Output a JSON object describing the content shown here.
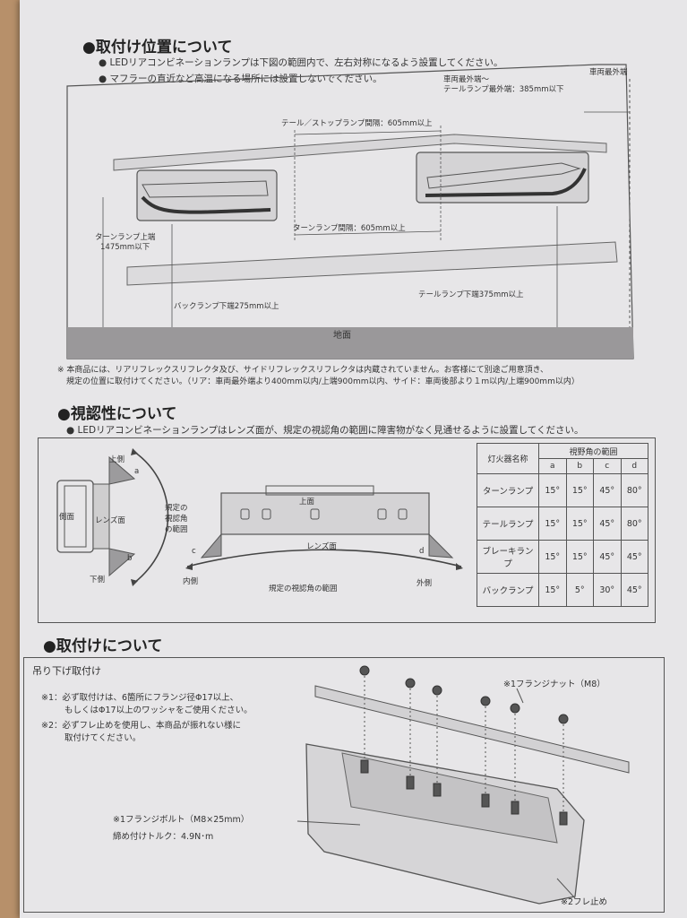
{
  "section1": {
    "heading": "●取付け位置について",
    "bullet1": "● LEDリアコンビネーションランプは下図の範囲内で、左右対称になるよう設置してください。",
    "bullet2": "● マフラーの直近など高温になる場所には設置しないでください。",
    "label_vehicle_edge": "車両最外端",
    "label_outer_1": "車両最外端～",
    "label_outer_2": "テールランプ最外端：385mm以下",
    "label_tail_stop_gap": "テール／ストップランプ間隔：605mm以上",
    "label_turn_gap": "ターンランプ間隔：605mm以上",
    "label_turn_top_1": "ターンランプ上端",
    "label_turn_top_2": "1475mm以下",
    "label_back_bottom": "バックランプ下端275mm以上",
    "label_tail_bottom": "テールランプ下端375mm以上",
    "label_ground": "地面",
    "note1": "※ 本商品には、リアリフレックスリフレクタ及び、サイドリフレックスリフレクタは内蔵されていません。お客様にて別途ご用意頂き、",
    "note2": "規定の位置に取付けてください。（リア：車両最外端より400mm以内/上端900mm以内、サイド：車両後部より１m以内/上端900mm以内）"
  },
  "section2": {
    "heading": "●視認性について",
    "bullet": "● LEDリアコンビネーションランプはレンズ面が、規定の視認角の範囲に障害物がなく見通せるように設置してください。",
    "side_diagram": {
      "upper": "上側",
      "a": "a",
      "side_face": "側面",
      "lens_face": "レンズ面",
      "b": "b",
      "lower": "下側",
      "range_1": "規定の",
      "range_2": "視認角",
      "range_3": "の範囲"
    },
    "top_diagram": {
      "top_face": "上面",
      "lens_face": "レンズ面",
      "c": "c",
      "d": "d",
      "inner": "内側",
      "outer": "外側",
      "range": "規定の視認角の範囲"
    },
    "table": {
      "header_name": "灯火器名称",
      "header_range": "視野角の範囲",
      "cols": [
        "a",
        "b",
        "c",
        "d"
      ],
      "rows": [
        {
          "name": "ターンランプ",
          "values": [
            "15°",
            "15°",
            "45°",
            "80°"
          ]
        },
        {
          "name": "テールランプ",
          "values": [
            "15°",
            "15°",
            "45°",
            "80°"
          ]
        },
        {
          "name": "ブレーキランプ",
          "values": [
            "15°",
            "15°",
            "45°",
            "45°"
          ]
        },
        {
          "name": "バックランプ",
          "values": [
            "15°",
            "5°",
            "30°",
            "45°"
          ]
        }
      ]
    }
  },
  "section3": {
    "heading": "●取付けについて",
    "subtitle": "吊り下げ取付け",
    "note1_1": "※1：必ず取付けは、6箇所にフランジ径Φ17以上、",
    "note1_2": "もしくはΦ17以上のワッシャをご使用ください。",
    "note2_1": "※2：必ずフレ止めを使用し、本商品が振れない様に",
    "note2_2": "取付けてください。",
    "label_nut": "※1フランジナット（M8）",
    "label_bolt": "※1フランジボルト（M8×25mm）",
    "label_torque": "締め付けトルク：4.9N･m",
    "label_brace": "※2フレ止め"
  }
}
